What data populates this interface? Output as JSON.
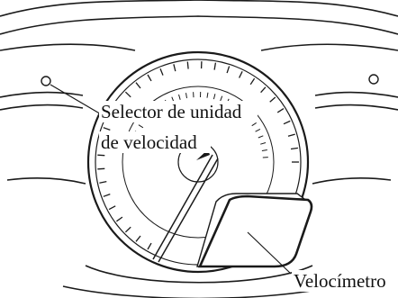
{
  "callouts": {
    "unit_selector": {
      "line1": "Selector de unidad",
      "line2": "de velocidad"
    },
    "speedometer": "Velocímetro"
  },
  "colors": {
    "stroke": "#1a1a1a",
    "background": "#ffffff"
  }
}
